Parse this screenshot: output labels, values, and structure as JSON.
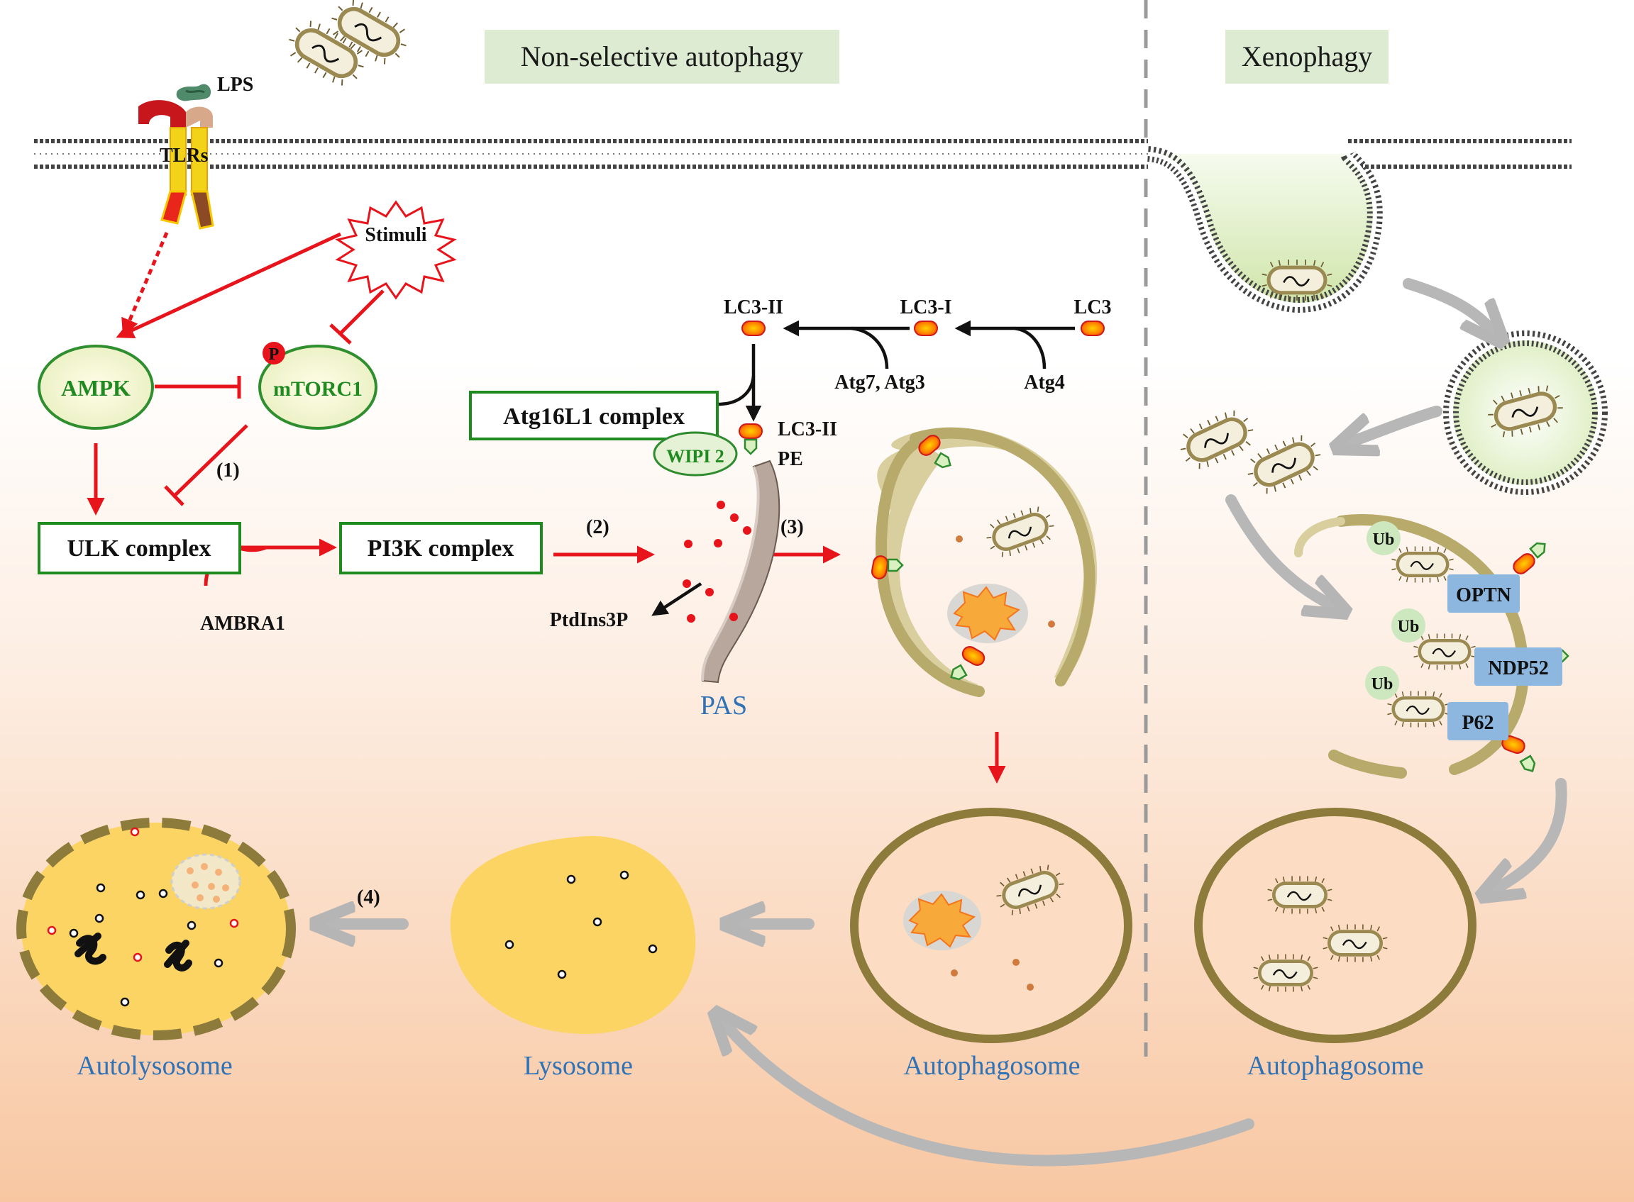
{
  "sections": {
    "left_title": "Non-selective autophagy",
    "right_title": "Xenophagy"
  },
  "labels": {
    "lps": "LPS",
    "tlrs": "TLRs",
    "stimuli": "Stimuli",
    "ampk": "AMPK",
    "p": "P",
    "mtorc1": "mTORC1",
    "step1": "(1)",
    "step2": "(2)",
    "step3": "(3)",
    "step4": "(4)",
    "ulk": "ULK complex",
    "pi3k": "PI3K complex",
    "ambra1": "AMBRA1",
    "lc3ii_top": "LC3-II",
    "lc3i": "LC3-I",
    "lc3": "LC3",
    "atg7_atg3": "Atg7, Atg3",
    "atg4": "Atg4",
    "atg16l1": "Atg16L1 complex",
    "wipi2": "WIPI 2",
    "lc3ii_pe": "LC3-II",
    "pe": "PE",
    "ptdins3p": "PtdIns3P",
    "pas": "PAS",
    "ub1": "Ub",
    "ub2": "Ub",
    "ub3": "Ub",
    "optn": "OPTN",
    "ndp52": "NDP52",
    "p62": "P62",
    "autolysosome": "Autolysosome",
    "lysosome": "Lysosome",
    "autophagosome_left": "Autophagosome",
    "autophagosome_right": "Autophagosome"
  },
  "colors": {
    "bg_top": "#ffffff",
    "bg_bottom": "#f9c9a6",
    "red_arrow": "#e8141b",
    "gray_arrow": "#b7b7b7",
    "box_border": "#1e8b1e",
    "title_bg": "#dcebd2",
    "ellipse_fill": "#f5f1c8",
    "membrane_brown": "#8c7b3a",
    "lysosome_yellow": "#fbd464",
    "receptor_blue": "#8eb7e0",
    "label_blue": "#2f72b6"
  }
}
